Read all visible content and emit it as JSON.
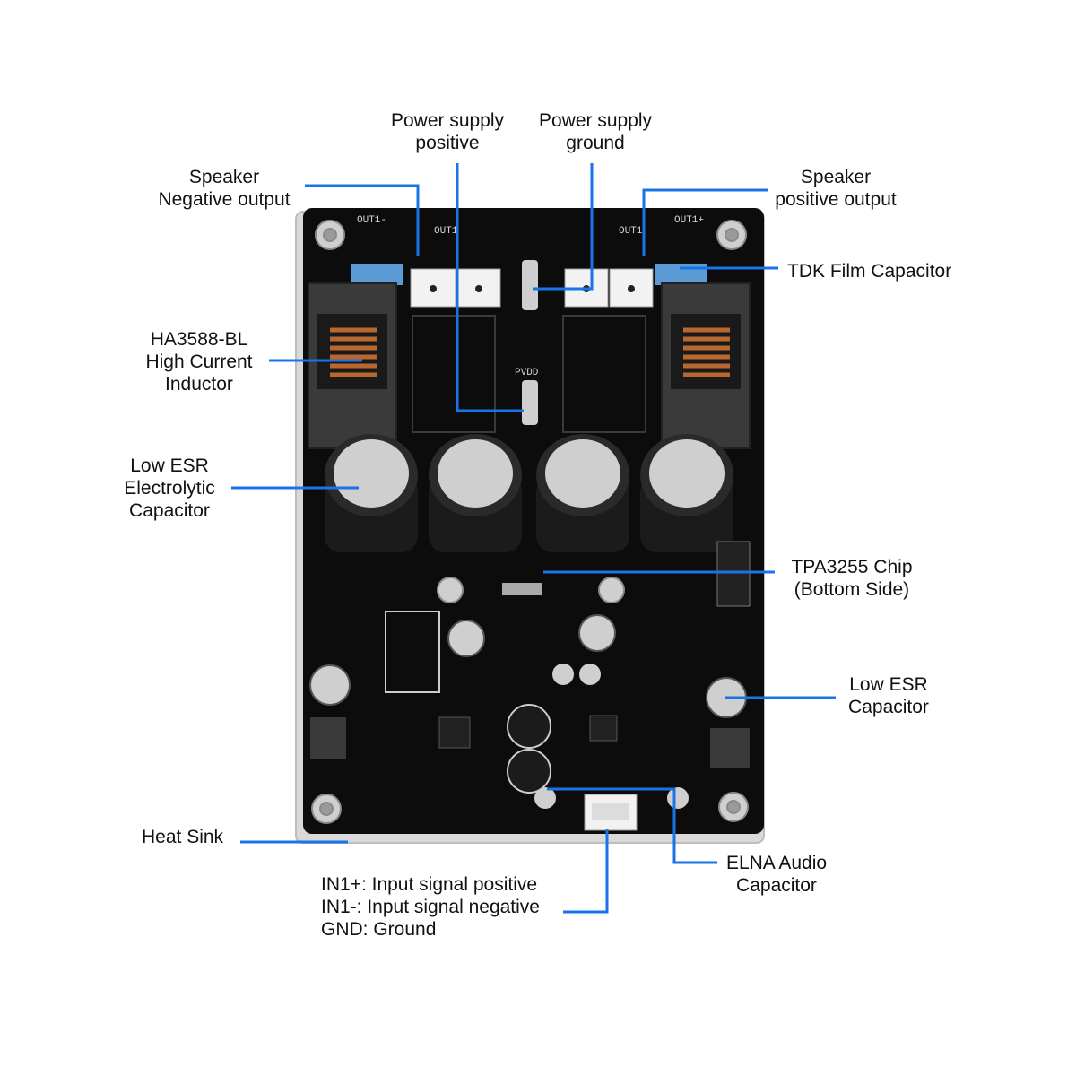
{
  "colors": {
    "leader": "#1a73e8",
    "pcb": "#0c0c0c",
    "heatsink": "#d9d9d9",
    "copper": "#b8672e",
    "film_cap": "#5b9bd5"
  },
  "silkscreen": {
    "out1_minus": "OUT1-",
    "out1_plus": "OUT1+",
    "out1_a": "OUT1",
    "out1_b": "OUT1",
    "vdd": "PVDD"
  },
  "labels": {
    "speaker_negative": [
      "Speaker",
      "Negative output"
    ],
    "power_positive": [
      "Power supply",
      "positive"
    ],
    "power_ground": [
      "Power supply",
      "ground"
    ],
    "speaker_positive": [
      "Speaker",
      "positive output"
    ],
    "tdk_film": [
      "TDK Film Capacitor"
    ],
    "inductor": [
      "HA3588-BL",
      "High Current",
      "Inductor"
    ],
    "electrolytic": [
      "Low ESR",
      "Electrolytic",
      "Capacitor"
    ],
    "tpa3255": [
      "TPA3255 Chip",
      "(Bottom Side)"
    ],
    "low_esr": [
      "Low ESR",
      "Capacitor"
    ],
    "heat_sink": [
      "Heat Sink"
    ],
    "elna": [
      "ELNA Audio",
      "Capacitor"
    ],
    "input": [
      "IN1+: Input signal positive",
      "IN1-: Input signal negative",
      "GND: Ground"
    ]
  }
}
